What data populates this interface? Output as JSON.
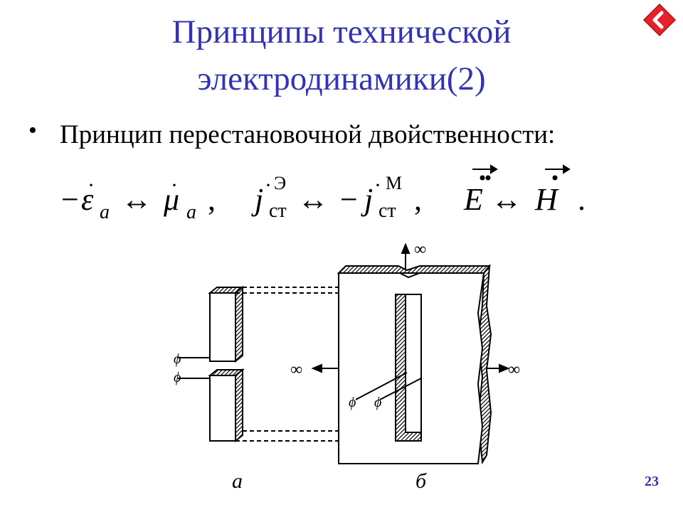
{
  "slide": {
    "title_line1": "Принципы технической",
    "title_line2": "электродинамики(2)",
    "bullet": "Принцип перестановочной двойственности:",
    "page_number": "23"
  },
  "formula": {
    "eps_sign": "−",
    "eps": "ε",
    "eps_sub": "a",
    "arrow": "↔",
    "mu": "μ",
    "mu_sub": "a",
    "comma": ",",
    "j": "j",
    "j_sub": "ст",
    "j_sup_e": "Э",
    "j_sup_m": "М",
    "E": "E",
    "H": "H",
    "dot": "."
  },
  "figure": {
    "label_a": "a",
    "label_b": "б",
    "infinity": "∞",
    "phi": "ϕ"
  },
  "colors": {
    "title": "#3333b3",
    "back_button": "#e8202a"
  },
  "icons": {
    "back": "chevron-left-icon"
  }
}
